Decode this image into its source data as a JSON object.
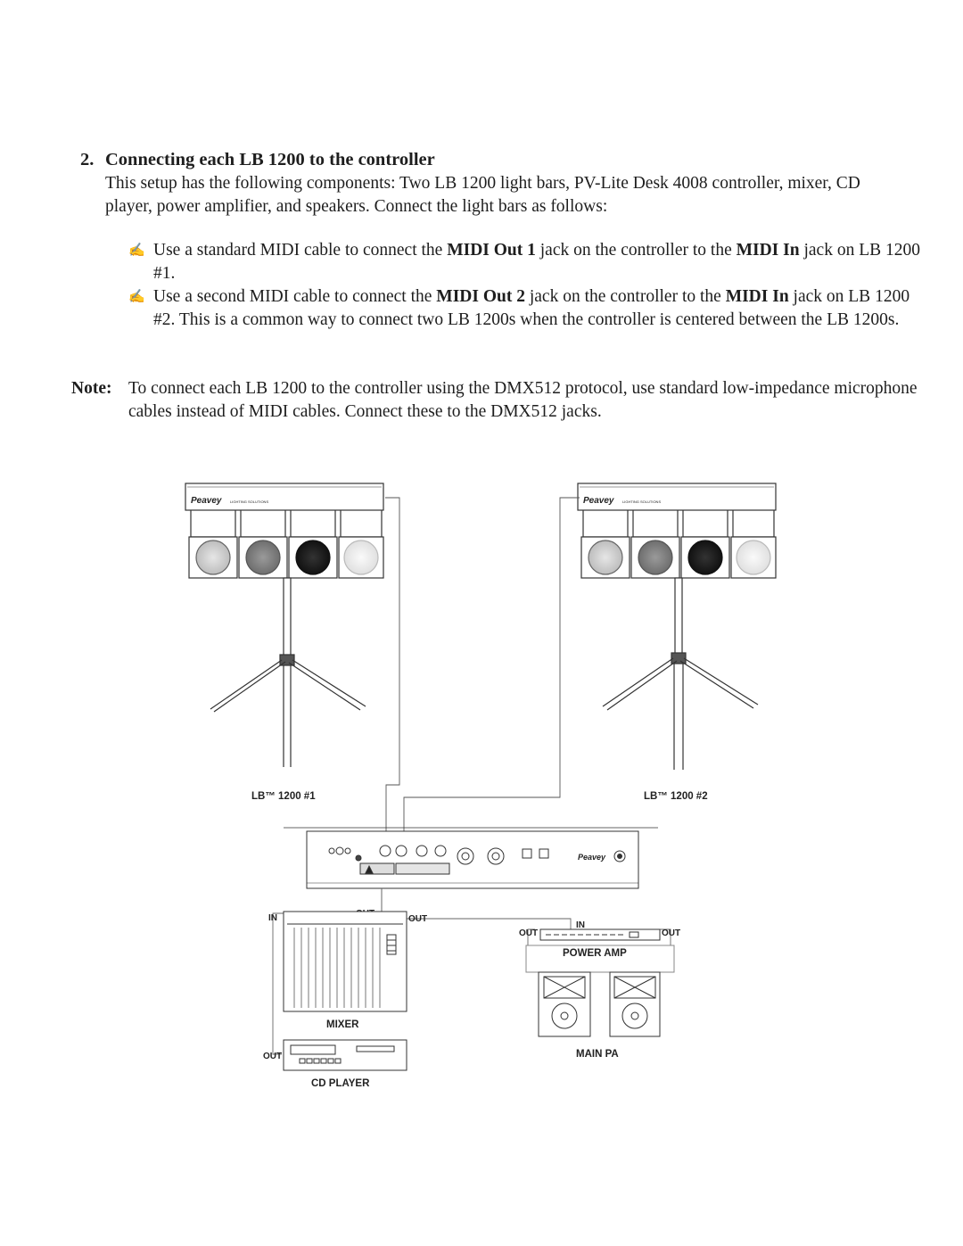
{
  "section": {
    "number": "2.",
    "title": "Connecting each LB 1200 to the controller",
    "intro": "This setup has the following components: Two LB 1200 light bars, PV-Lite Desk 4008 controller, mixer, CD player, power amplifier, and speakers. Connect the light bars as follows:"
  },
  "steps": [
    {
      "icon": "pencil-icon",
      "t1": "Use a standard MIDI cable to connect the ",
      "b1": "MIDI Out 1",
      "t2": " jack on the controller to the ",
      "b2": "MIDI In",
      "t3": " jack on LB 1200 #1."
    },
    {
      "icon": "pencil-icon",
      "t1": "Use a second MIDI cable to connect the ",
      "b1": "MIDI Out 2",
      "t2": " jack on the controller to the ",
      "b2": "MIDI In",
      "t3": " jack on LB 1200 #2. This is a common way to connect two LB 1200s when the controller is centered between the LB 1200s."
    }
  ],
  "note": {
    "label": "Note:",
    "text": "To connect each LB 1200 to the controller using the DMX512 protocol, use standard low-impedance microphone cables instead of MIDI cables. Connect these to the DMX512 jacks."
  },
  "diagram": {
    "light_bar_1": "LB™ 1200 #1",
    "light_bar_2": "LB™ 1200 #2",
    "mixer": "MIXER",
    "cd_player": "CD PLAYER",
    "power_amp": "POWER AMP",
    "main_pa": "MAIN PA",
    "in": "IN",
    "out": "OUT",
    "brand": "Peavey",
    "bar_text": "LIGHTING SOLUTIONS"
  }
}
